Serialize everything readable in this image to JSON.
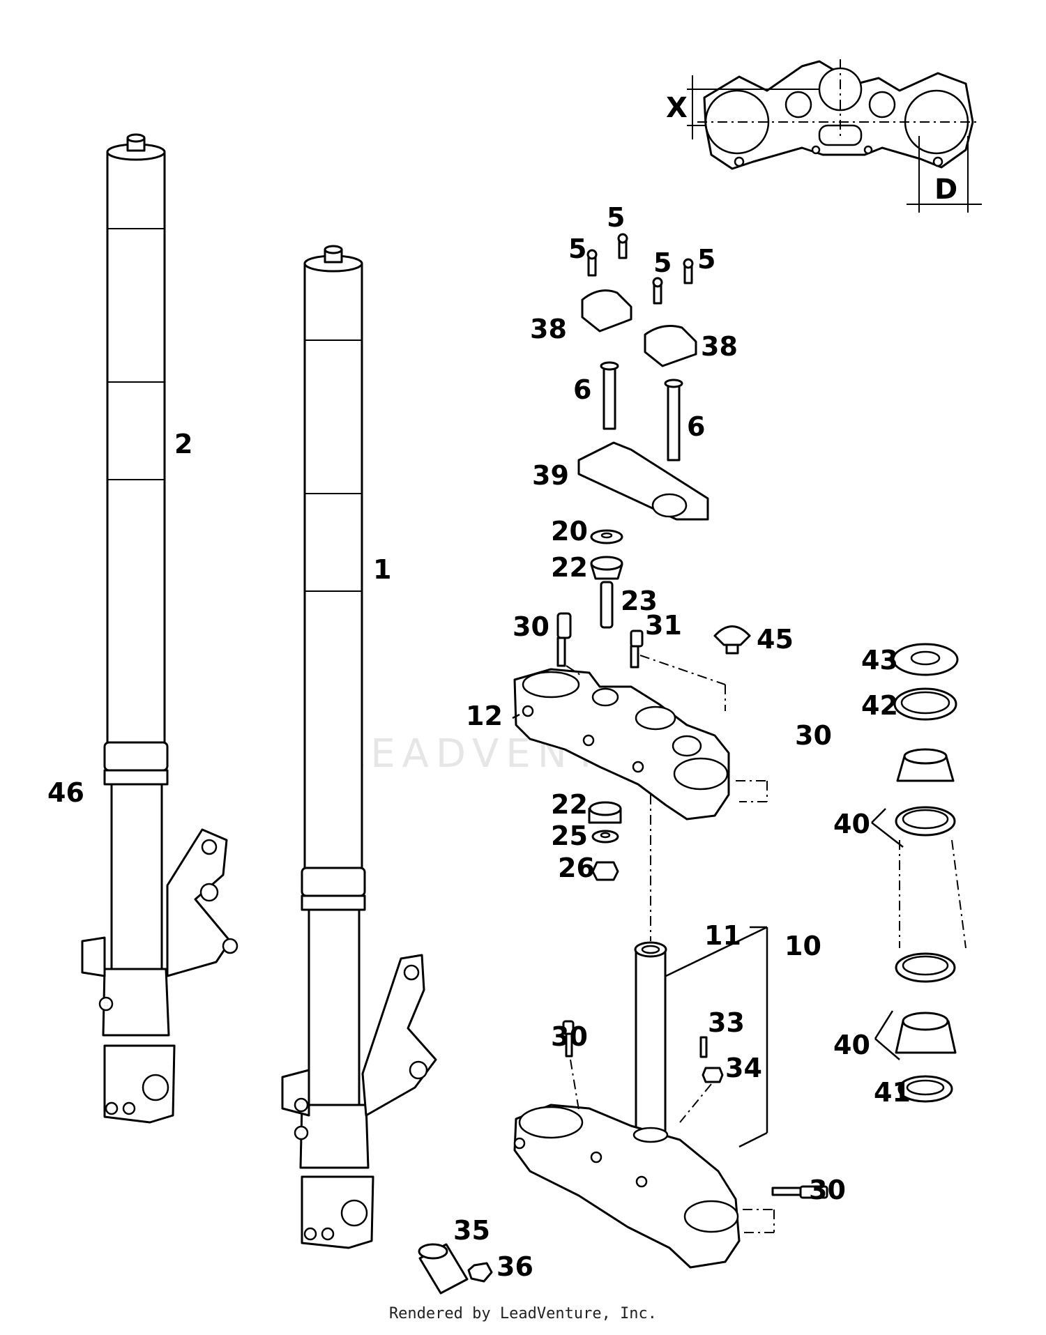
{
  "diagram": {
    "dimensions": {
      "x_label": "X",
      "d_label": "D"
    },
    "callouts": {
      "c1": "1",
      "c2": "2",
      "c5a": "5",
      "c5b": "5",
      "c5c": "5",
      "c5d": "5",
      "c6a": "6",
      "c6b": "6",
      "c10": "10",
      "c11": "11",
      "c12": "12",
      "c20": "20",
      "c22a": "22",
      "c22b": "22",
      "c23": "23",
      "c25": "25",
      "c26": "26",
      "c30a": "30",
      "c30b": "30",
      "c30c": "30",
      "c30d": "30",
      "c31": "31",
      "c33": "33",
      "c34": "34",
      "c35": "35",
      "c36": "36",
      "c38a": "38",
      "c38b": "38",
      "c39": "39",
      "c40a": "40",
      "c40b": "40",
      "c41": "41",
      "c42": "42",
      "c43": "43",
      "c45": "45",
      "c46": "46"
    },
    "watermark": "LEADVENTURE"
  },
  "footer": {
    "text": "Rendered by LeadVenture, Inc."
  }
}
